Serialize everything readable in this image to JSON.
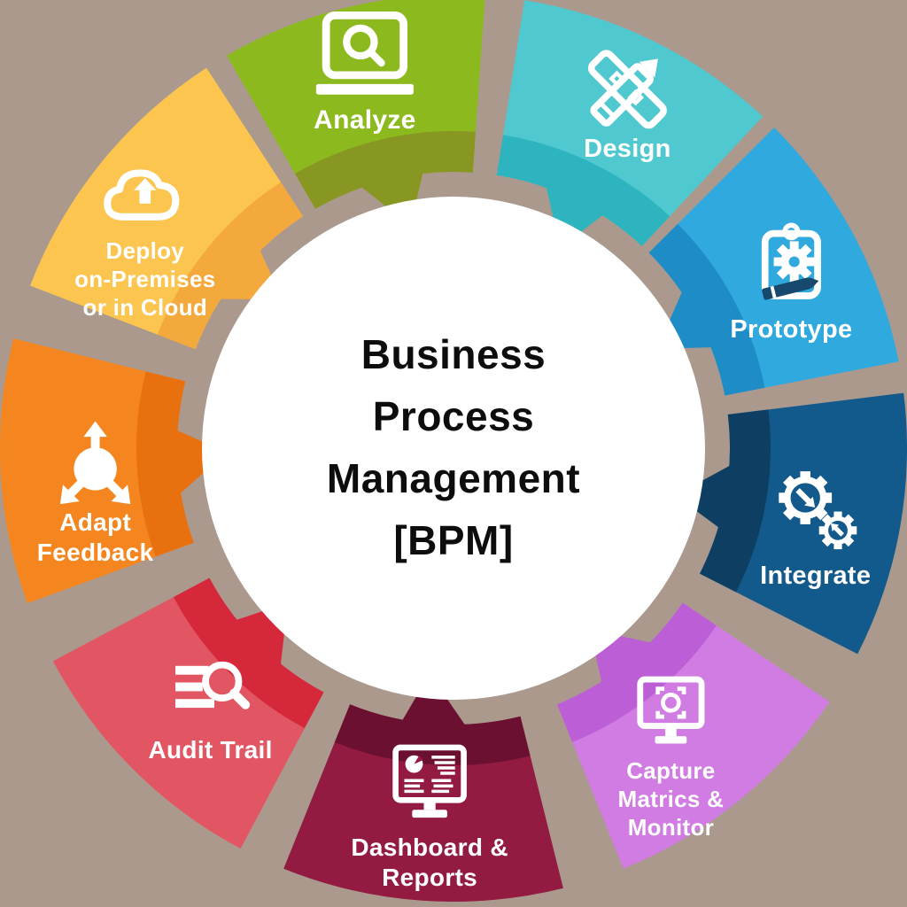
{
  "diagram": {
    "title_semantic": "Business Process Management cycle",
    "background_color": "#AB998D",
    "center": {
      "title": "Business\nProcess\nManagement\n[BPM]",
      "circle_color": "#FFFFFF",
      "text_color": "#0D0D0D"
    },
    "segments": [
      {
        "label": "Analyze",
        "icon": "laptop-search-icon",
        "color": "#8CBA1E",
        "dark_color": "#879722"
      },
      {
        "label": "Design",
        "icon": "pencil-ruler-icon",
        "color": "#4FC8CF",
        "dark_color": "#2DB4BE"
      },
      {
        "label": "Prototype",
        "icon": "clipboard-gear-icon",
        "color": "#30A9DE",
        "dark_color": "#1E8CC7",
        "pencil_color": "#17486E"
      },
      {
        "label": "Integrate",
        "icon": "gears-sync-icon",
        "color": "#135A8C",
        "dark_color": "#0E3F63"
      },
      {
        "label": "Capture\nMatrics &\nMonitor",
        "icon": "monitor-capture-icon",
        "color": "#D07CE3",
        "dark_color": "#BC5FD6"
      },
      {
        "label": "Dashboard &\nReports",
        "icon": "monitor-report-icon",
        "color": "#931B41",
        "dark_color": "#6B1030"
      },
      {
        "label": "Audit Trail",
        "icon": "list-search-icon",
        "color": "#E25663",
        "dark_color": "#D5293B"
      },
      {
        "label": "Adapt\nFeedback",
        "icon": "arrows-expand-icon",
        "color": "#F5861F",
        "dark_color": "#E8700F"
      },
      {
        "label": "Deploy\non-Premises\nor in Cloud",
        "icon": "cloud-upload-icon",
        "color": "#FBC54F",
        "dark_color": "#F3A93C"
      }
    ]
  }
}
